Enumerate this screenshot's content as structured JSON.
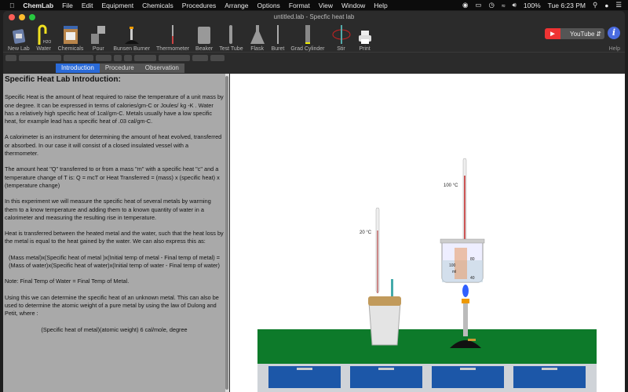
{
  "menubar": {
    "app": "ChemLab",
    "items": [
      "File",
      "Edit",
      "Equipment",
      "Chemicals",
      "Procedures",
      "Arrange",
      "Options",
      "Format",
      "View",
      "Window",
      "Help"
    ],
    "battery": "100%",
    "clock": "Tue 6:23 PM"
  },
  "window": {
    "title": "untitled.lab - Specfic heat lab"
  },
  "toolbar": {
    "tools": [
      {
        "label": "New Lab",
        "icon": "new-lab-icon"
      },
      {
        "label": "Water",
        "icon": "water-faucet-icon"
      },
      {
        "label": "Chemicals",
        "icon": "chemicals-jar-icon"
      },
      {
        "label": "Pour",
        "icon": "pour-icon"
      },
      {
        "label": "Bunsen Burner",
        "icon": "bunsen-burner-icon"
      },
      {
        "label": "Thermometer",
        "icon": "thermometer-icon"
      },
      {
        "label": "Beaker",
        "icon": "beaker-icon"
      },
      {
        "label": "Test Tube",
        "icon": "test-tube-icon"
      },
      {
        "label": "Flask",
        "icon": "flask-icon"
      },
      {
        "label": "Buret",
        "icon": "buret-icon"
      },
      {
        "label": "Grad Cylinder",
        "icon": "grad-cylinder-icon"
      },
      {
        "label": "Stir",
        "icon": "stir-icon"
      },
      {
        "label": "Print",
        "icon": "print-icon"
      }
    ],
    "water_sub": "H2O",
    "video_select": "YouTube",
    "help": "Help"
  },
  "tabs": [
    "Introduction",
    "Procedure",
    "Observation"
  ],
  "intro": {
    "title": "Specific Heat Lab Introduction:",
    "paragraphs": [
      "Specific Heat is the amount of heat required to raise the temperature of a unit mass by one degree.  It can be expressed in terms of calories/gm-C  or  Joules/ kg -K . Water has a relatively high specific heat of 1cal/gm-C. Metals usually have a low specific heat, for example lead has a specific heat of  .03 cal/gm-C.",
      "A calorimeter is an instrument for determining the amount of heat evolved, transferred or absorbed. In our case it will consist of a closed insulated vessel with a thermometer.",
      "The amount heat  \"Q\"  transferred to or from a mass  \"m\" with a specific heat \"c\"  and a temperature change of  T  is:  Q = mcT  or Heat Transferred = (mass) x (specific heat) x (temperature change)",
      "In this experiment we will measure the specific heat of several metals by warming them to a know temperature and adding them to a known quantity of water in a calorimeter and measuring the resulting rise in temperature.",
      "Heat is transferred between the heated metal and the water, such that the heat loss by the metal is equal to the heat gained by the water. We can also express this as:"
    ],
    "equation1": "(Mass metal)x(Specific heat of metal )x(Initial temp of metal - Final temp of metal)  =",
    "equation2": "(Mass of water)x(Specific heat of water)x(Initial temp of water - Final temp of water)",
    "note": "Note:  Final Temp of Water = Final Temp of Metal.",
    "paragraph_last": "Using this we can determine the specific heat of an unknown metal. This  can also be used to determine the atomic weight of a pure metal by using the law of Dulong and Petit, where :",
    "equation3": "(Specific heat of metal)(atomic weight)  6 cal/mole, degree"
  },
  "scene": {
    "thermo1": "20 °C",
    "thermo2": "100 °C",
    "cyl_80": "80",
    "cyl_100": "100",
    "cyl_ml": "ml",
    "cyl_40": "40"
  }
}
